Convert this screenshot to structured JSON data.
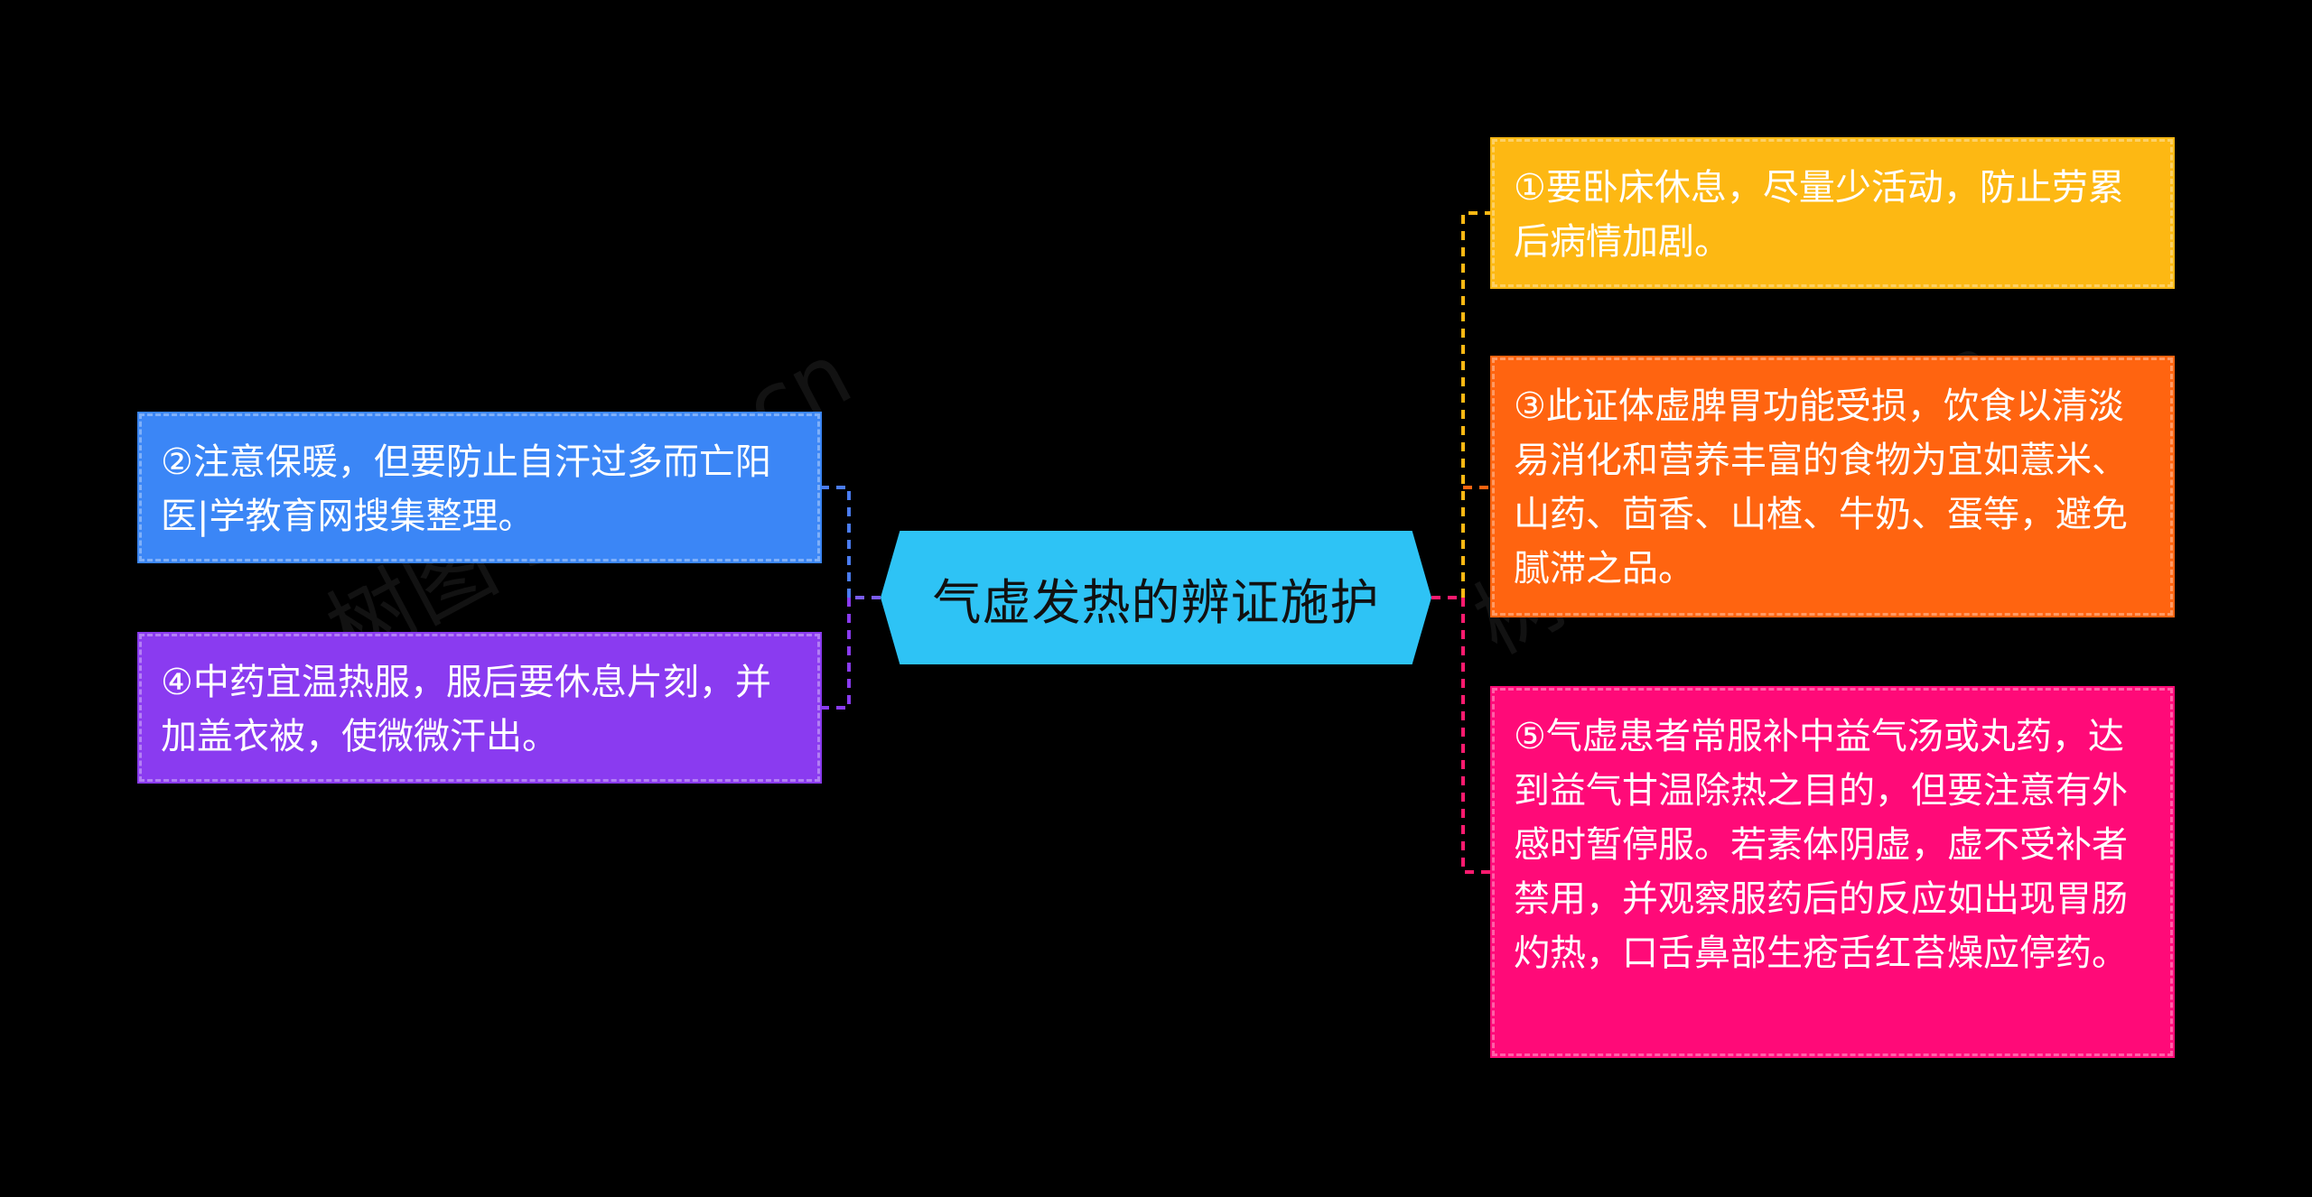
{
  "center": {
    "label": "气虚发热的辨证施护",
    "color": "#2ec3f5"
  },
  "topics": [
    {
      "id": "t1",
      "text": "①要卧床休息，尽量少活动，防止劳累后病情加剧。",
      "color": "#fdb813",
      "line_color": "#fdb813",
      "side": "right"
    },
    {
      "id": "t2",
      "text": "②注意保暖，但要防止自汗过多而亡阳医|学教育网搜集整理。",
      "color": "#3b86f6",
      "line_color": "#4a7cf0",
      "side": "left"
    },
    {
      "id": "t3",
      "text": "③此证体虚脾胃功能受损，饮食以清淡易消化和营养丰富的食物为宜如薏米、山药、茴香、山楂、牛奶、蛋等，避免腻滞之品。",
      "color": "#ff6410",
      "line_color": "#ff6410",
      "side": "right"
    },
    {
      "id": "t4",
      "text": "④中药宜温热服，服后要休息片刻，并加盖衣被，使微微汗出。",
      "color": "#8a3bf0",
      "line_color": "#8a3bf0",
      "side": "left"
    },
    {
      "id": "t5",
      "text": "⑤气虚患者常服补中益气汤或丸药，达到益气甘温除热之目的，但要注意有外感时暂停服。若素体阴虚，虚不受补者禁用，并观察服药后的反应如出现胃肠灼热，口舌鼻部生疮舌红苔燥应停药。",
      "color": "#ff0a78",
      "line_color": "#ff1a6e",
      "side": "right"
    }
  ],
  "watermark": {
    "left": "树图 shutu.cn",
    "right": "树图 shutu.cn"
  }
}
